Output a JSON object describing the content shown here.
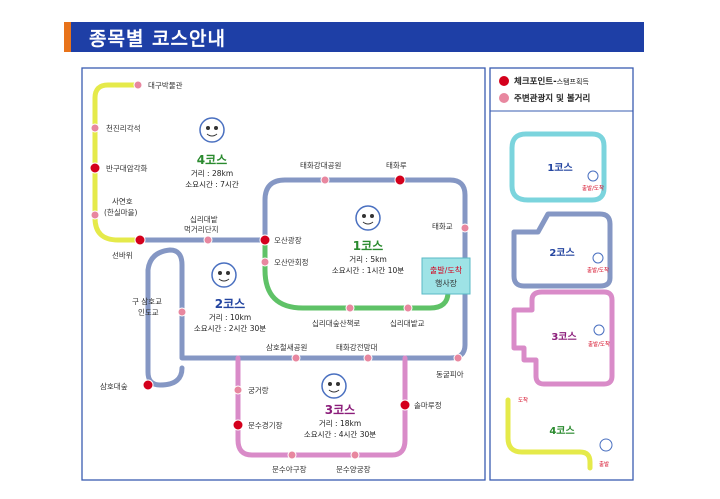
{
  "header": {
    "title": "종목별 코스안내",
    "accent_color": "#e8731a",
    "bg_color": "#1e3fa6"
  },
  "colors": {
    "course1": "#5fc267",
    "course2": "#8597c4",
    "course3": "#d98bc8",
    "course4": "#e5ea4a",
    "course1_outline": "#7bd4dd",
    "checkpoint": "#d4001c",
    "sight": "#e8879f"
  },
  "legend": {
    "checkpoint_main": "체크포인트-",
    "checkpoint_sub": "스탬프획득",
    "sights": "주변관광지 및 볼거리"
  },
  "courses": [
    {
      "name": "1코스",
      "distance": "거리 : 5km",
      "time": "소요시간 : 1시간 10분",
      "color": "#2a8a2e"
    },
    {
      "name": "2코스",
      "distance": "거리 : 10km",
      "time": "소요시간 : 2시간 30분",
      "color": "#2445a0"
    },
    {
      "name": "3코스",
      "distance": "거리 : 18km",
      "time": "소요시간 : 4시간 30분",
      "color": "#8b1d7a"
    },
    {
      "name": "4코스",
      "distance": "거리 : 28km",
      "time": "소요시간 : 7시간",
      "color": "#2a8a2e"
    }
  ],
  "start": {
    "line1": "출발/도착",
    "line2": "행사장"
  },
  "places": {
    "daegu_museum": "대구박물관",
    "cheonjin": "천진리각석",
    "bangudae": "반구대암각화",
    "sayeonho_1": "사연호",
    "sayeonho_2": "(한실마을)",
    "seonbawi": "선바위",
    "simni_1": "십리대밭",
    "simni_2": "먹거리단지",
    "osan": "오산광장",
    "osanmanhoe": "오산만회정",
    "taehwa_park": "태화강대공원",
    "taehwaru": "태화루",
    "taehwagyo": "태화교",
    "simni_walk": "십리대숲산책로",
    "simni_bridge": "십리대밭교",
    "old_samho_1": "구 삼호교",
    "old_samho_2": "인도교",
    "samho_park": "삼호철새공원",
    "taehwa_view": "태화강전망대",
    "samho_dae": "삼호대숲",
    "donggul": "동굴피아",
    "gunggeo": "궁거랑",
    "munsu_stadium": "문수경기장",
    "solmaru": "솔마루정",
    "munsu_golf": "문수야구장",
    "munsu_ground": "문수양궁장"
  },
  "mini": [
    {
      "label": "1코스",
      "tag": "출발/도착"
    },
    {
      "label": "2코스",
      "tag": "출발/도착"
    },
    {
      "label": "3코스",
      "tag": "출발/도착"
    },
    {
      "label": "4코스",
      "tag_top": "도착",
      "tag_bottom": "출발"
    }
  ]
}
